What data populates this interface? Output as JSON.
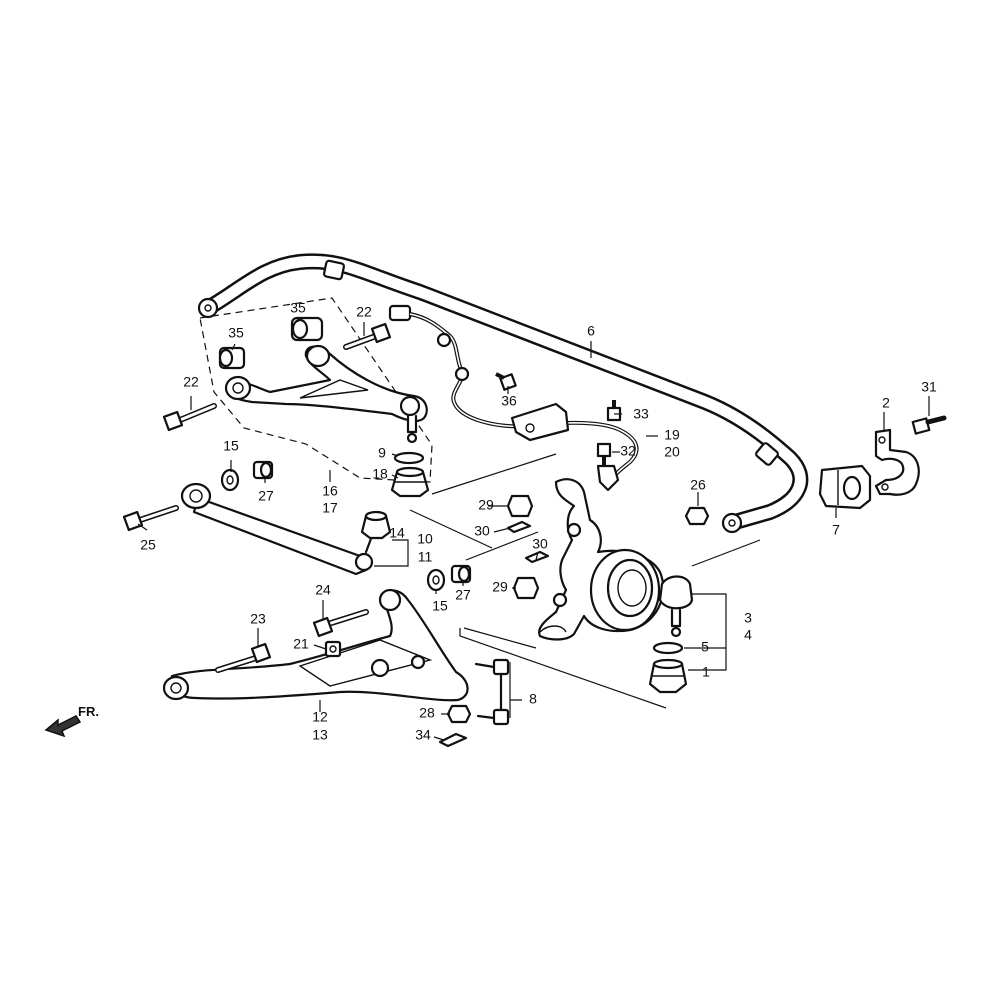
{
  "direction_label": "FR.",
  "callouts": {
    "c1": "1",
    "c2": "2",
    "c3": "3",
    "c4": "4",
    "c5": "5",
    "c6": "6",
    "c7": "7",
    "c8": "8",
    "c9": "9",
    "c10": "10",
    "c11": "11",
    "c12": "12",
    "c13": "13",
    "c14": "14",
    "c15a": "15",
    "c15b": "15",
    "c16": "16",
    "c17": "17",
    "c18": "18",
    "c19": "19",
    "c20": "20",
    "c21": "21",
    "c22a": "22",
    "c22b": "22",
    "c23": "23",
    "c24": "24",
    "c25": "25",
    "c26": "26",
    "c27a": "27",
    "c27b": "27",
    "c28": "28",
    "c29a": "29",
    "c29b": "29",
    "c30a": "30",
    "c30b": "30",
    "c31": "31",
    "c32": "32",
    "c33": "33",
    "c34": "34",
    "c35a": "35",
    "c35b": "35",
    "c36": "36"
  }
}
